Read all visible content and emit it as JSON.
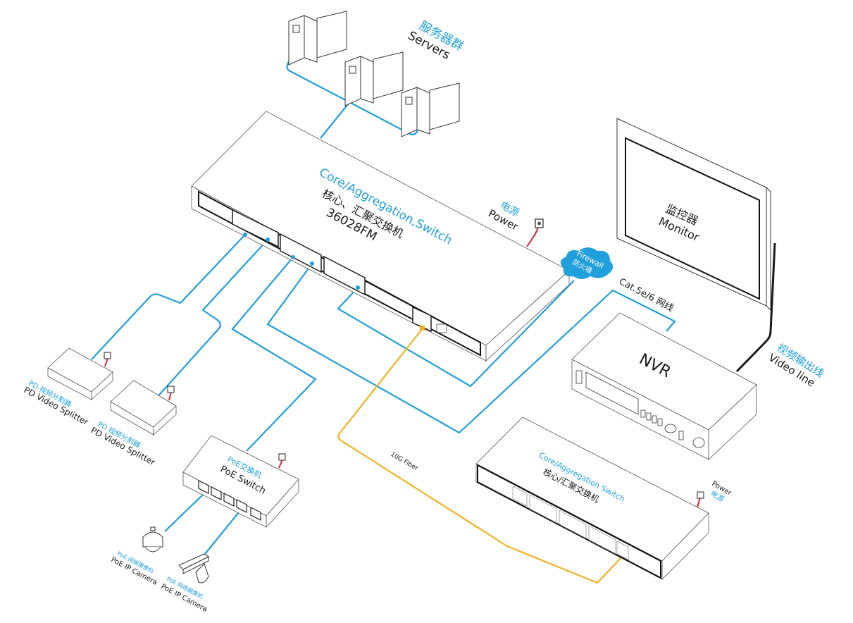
{
  "colors": {
    "ethernet_cable": "#1fa0dc",
    "fiber_cable": "#f2b21f",
    "power_cable": "#d9232b",
    "video_cable": "#1a1a1a",
    "label_accent": "#1fa0dc",
    "label_text": "#1a1a1a"
  },
  "servers": {
    "label_cn": "服务器群",
    "label_en": "Servers",
    "count": 3
  },
  "core_switch": {
    "label_en": "Core/Aggregation,Switch",
    "label_cn": "核心、汇聚交换机",
    "model": "36028FM"
  },
  "core_power": {
    "label_cn": "电源",
    "label_en": "Power"
  },
  "firewall": {
    "label_en": "Firewall",
    "label_cn": "防火墙"
  },
  "monitor": {
    "label_cn": "监控器",
    "label_en": "Monitor"
  },
  "cat_cable": {
    "label": "Cat.5e/6 网线"
  },
  "nvr": {
    "label": "NVR"
  },
  "video_line": {
    "label_cn": "视频输出线",
    "label_en": "Video line"
  },
  "splitters": [
    {
      "label_cn": "PD 视频分割器",
      "label_en": "PD Video Splitter"
    },
    {
      "label_cn": "PD 视频分割器",
      "label_en": "PD Video Splitter"
    }
  ],
  "poe_switch": {
    "label_cn": "PoE交换机",
    "label_en": "PoE Switch"
  },
  "cameras": [
    {
      "label_cn": "PoE 网络摄像机",
      "label_en": "PoE IP Camera",
      "type": "dome"
    },
    {
      "label_cn": "PoE 网络摄像机",
      "label_en": "PoE IP Camera",
      "type": "bullet"
    }
  ],
  "fiber": {
    "label": "10G Fiber"
  },
  "agg_switch": {
    "label_en": "Core/Aggregation Switch",
    "label_cn": "核心/汇聚交换机"
  },
  "agg_power": {
    "label_en": "Power",
    "label_cn": "电源"
  }
}
